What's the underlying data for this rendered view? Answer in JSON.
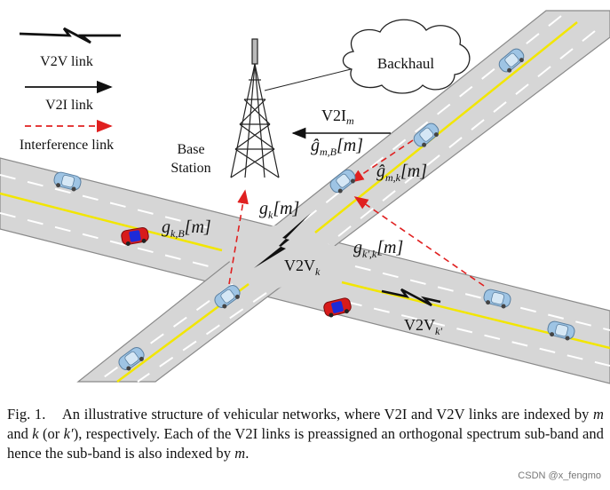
{
  "legend": {
    "v2v": "V2V link",
    "v2i": "V2I link",
    "interference": "Interference link"
  },
  "backhaul": "Backhaul",
  "base_station": [
    "Base",
    "Station"
  ],
  "labels": {
    "v2i_m": {
      "main": "V2I",
      "sub": "m"
    },
    "g_hat_mB": {
      "main": "ĝ",
      "sub": "m,B",
      "arg": "[m]"
    },
    "g_hat_mk": {
      "main": "ĝ",
      "sub": "m,k",
      "arg": "[m]"
    },
    "g_k": {
      "main": "g",
      "sub": "k",
      "arg": "[m]"
    },
    "g_kB": {
      "main": "g",
      "sub": "k,B",
      "arg": "[m]"
    },
    "g_kprime_k": {
      "main": "g",
      "sub": "k',k",
      "arg": "[m]"
    },
    "v2v_k": {
      "main": "V2V",
      "sub": "k"
    },
    "v2v_kprime": {
      "main": "V2V",
      "sub": "k'"
    }
  },
  "caption": {
    "fig": "Fig. 1.",
    "p1": "An illustrative structure of vehicular networks, where V2I and V2V links are indexed by ",
    "m1": "m",
    "p2": " and ",
    "k1": "k",
    "p3": " (or ",
    "k2": "k′",
    "p4": "), respectively. Each of the V2I links is preassigned an orthogonal spectrum sub-band and hence the sub-band is also indexed by ",
    "m2": "m",
    "p5": "."
  },
  "watermark": "CSDN @x_fengmo",
  "colors": {
    "road": "#d6d6d6",
    "road_edge": "#8a8a8a",
    "center_line": "#f2e600",
    "lane_dash": "#ffffff",
    "interference": "#e02020",
    "car_blue": "#9ec4e4",
    "car_red": "#d81b1b"
  }
}
